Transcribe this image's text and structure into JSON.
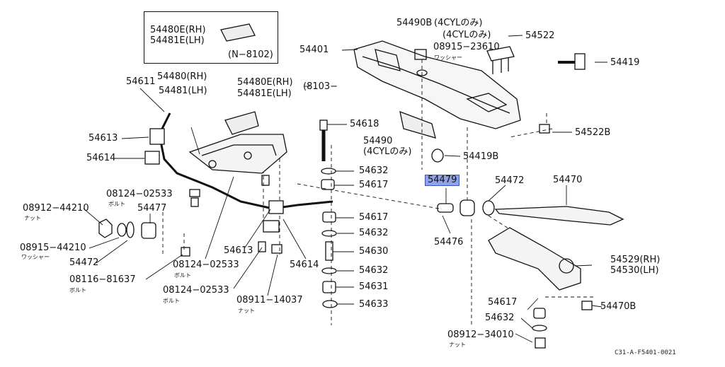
{
  "inset_box": {
    "line1": "54480E(RH)",
    "line2": "54481E(LH)",
    "note": "(N−8102)"
  },
  "labels": {
    "p54401": "54401",
    "p54490B": "54490B",
    "p54490B_note": "(4CYLのみ)",
    "p4cyl_top": "(4CYLのみ)",
    "p54522": "54522",
    "p08915_23610": "08915−23610",
    "washer_jp1": "ワッシャー",
    "p54419": "54419",
    "p54522B": "54522B",
    "p54419B": "54419B",
    "p54618": "54618",
    "p54490": "54490",
    "p54490_note": "(4CYLのみ)",
    "p54611": "54611",
    "p54480_rh": "54480(RH)",
    "p54481_lh": "54481(LH)",
    "p54480E_rh": "54480E(RH)",
    "p54481E_lh": "54481E(LH)",
    "p8103": "(8103−",
    "p54613a": "54613",
    "p54614a": "54614",
    "p08124_02533a": "08124−02533",
    "bolt_jp1": "ボルト",
    "p54477": "54477",
    "p08912_44210": "08912−44210",
    "nut_jp1": "ナット",
    "p08915_44210": "08915−44210",
    "washer_jp2": "ワッシャー",
    "p54472a": "54472",
    "p08116_81637": "08116−81637",
    "bolt_jp2": "ボルト",
    "p54632a": "54632",
    "p54617a": "54617",
    "p54617b": "54617",
    "p54632b": "54632",
    "p54630": "54630",
    "p54632c": "54632",
    "p54631": "54631",
    "p54633": "54633",
    "p54613b": "54613",
    "p54614b": "54614",
    "p08124_02533b": "08124−02533",
    "bolt_jp3": "ボルト",
    "p08124_02533c": "08124−02533",
    "bolt_jp4": "ボルト",
    "p08911_14037": "08911−14037",
    "nut_jp2": "ナット",
    "p54479": "54479",
    "p54472b": "54472",
    "p54470": "54470",
    "p54476": "54476",
    "p54529_rh": "54529(RH)",
    "p54530_lh": "54530(LH)",
    "p54617c": "54617",
    "p54632d": "54632",
    "p08912_34010": "08912−34010",
    "nut_jp3": "ナット",
    "p54470B": "54470B"
  },
  "figure_code": "C31-A-F5401-0021"
}
